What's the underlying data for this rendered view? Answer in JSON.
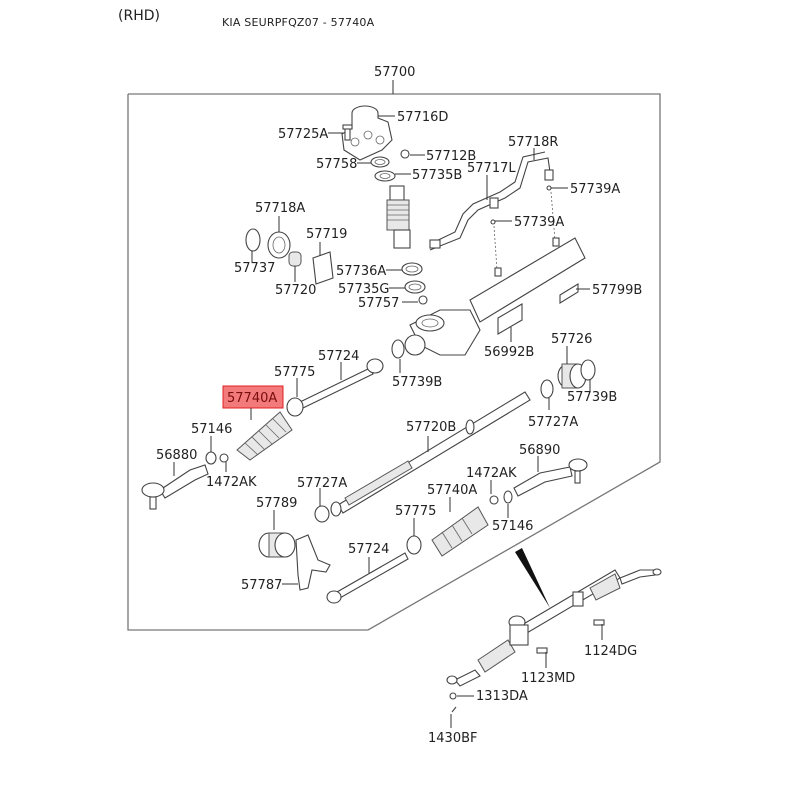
{
  "header": {
    "steering": "(RHD)",
    "title": "KIA SEURPFQZ07 - 57740A"
  },
  "diagram": {
    "assembly_label": "57700",
    "highlight_color": "#f26b6b",
    "highlight_border": "#e02020",
    "highlighted_part": "57740A",
    "labels": {
      "p57716D": "57716D",
      "p57725A": "57725A",
      "p57712B": "57712B",
      "p57758": "57758",
      "p57735B": "57735B",
      "p57718R": "57718R",
      "p57717L": "57717L",
      "p57739A_1": "57739A",
      "p57739A_2": "57739A",
      "p57718A": "57718A",
      "p57719": "57719",
      "p57737": "57737",
      "p57720": "57720",
      "p57736A": "57736A",
      "p57735G": "57735G",
      "p57757": "57757",
      "p57799B": "57799B",
      "p56992B": "56992B",
      "p57726": "57726",
      "p57739B_1": "57739B",
      "p57739B_2": "57739B",
      "p57727A_1": "57727A",
      "p57727A_2": "57727A",
      "p57775_1": "57775",
      "p57775_2": "57775",
      "p57724_1": "57724",
      "p57724_2": "57724",
      "p57740A_1": "57740A",
      "p57740A_2": "57740A",
      "p57146_1": "57146",
      "p57146_2": "57146",
      "p56880": "56880",
      "p1472AK_1": "1472AK",
      "p1472AK_2": "1472AK",
      "p57720B": "57720B",
      "p56890": "56890",
      "p57789": "57789",
      "p57787": "57787",
      "p1124DG": "1124DG",
      "p1123MD": "1123MD",
      "p1313DA": "1313DA",
      "p1430BF": "1430BF"
    }
  }
}
